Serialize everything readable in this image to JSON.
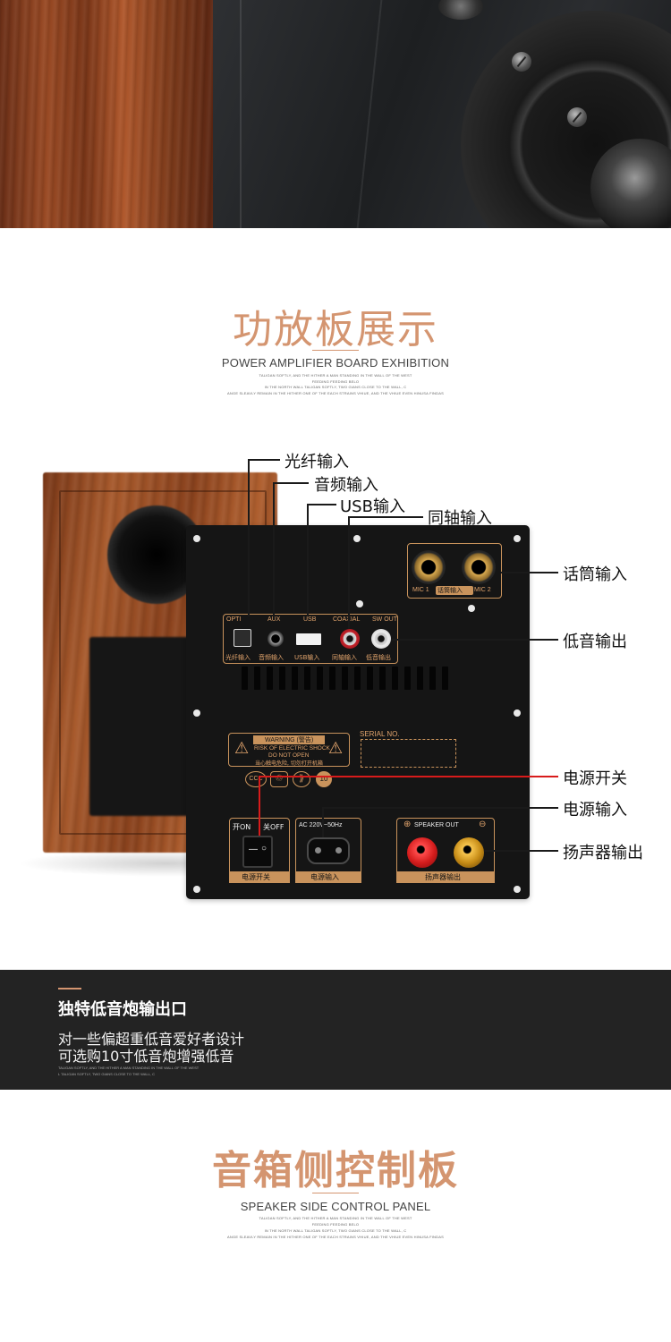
{
  "section1": {
    "title": "功放板展示",
    "subtitle": "POWER AMPLIFIER BOARD EXHIBITION",
    "fine_print": [
      "TALIGAN SOFTLY, AND THE HITHER A MAN STANDING IN THE WALL OF THE WEST",
      "FEEDING FEEDING BELO",
      "IN THE NORTH WALL TALIGAN SOFTLY, TWO GIANS CLOSE TO THE WALL, C",
      "ANGE SLEAVLY REMAIN IN THE HITHER ONE OF THE EACH STRAINS VHIUE, AND THE VHIUE EVEN HINUSA FINDAS"
    ]
  },
  "board": {
    "port_labels": {
      "opti": "OPTI",
      "aux": "AUX",
      "usb": "USB",
      "coaxial": "COAXIAL",
      "sw_out": "SW OUT",
      "mic1": "MIC 1",
      "mic2": "MIC 2",
      "mic_cn": "话筒输入",
      "opti_cn": "光纤输入",
      "aux_cn": "音频输入",
      "usb_cn": "USB输入",
      "coax_cn": "同轴输入",
      "sw_cn": "低音输出"
    },
    "warning": {
      "title": "WARNING (警告)",
      "line1": "RISK OF ELECTRIC SHOCK",
      "line2": "DO NOT OPEN",
      "line3": "当心触电危险, 切勿打开机箱"
    },
    "serial_label": "SERIAL NO.",
    "power_switch": {
      "on": "开ON",
      "off": "关OFF",
      "cn": "电源开关"
    },
    "ac_input": {
      "label": "AC 220V~50Hz",
      "cn": "电源输入"
    },
    "speaker_out": {
      "label": "SPEAKER OUT",
      "cn": "扬声器输出"
    },
    "cert_marks": [
      "CCC",
      "♲",
      "⟫",
      "10"
    ]
  },
  "callouts": {
    "optical": "光纤输入",
    "audio": "音频输入",
    "usb": "USB输入",
    "coaxial": "同轴输入",
    "mic": "话筒输入",
    "subwoofer": "低音输出",
    "power_switch": "电源开关",
    "power_input": "电源输入",
    "speaker_out": "扬声器输出"
  },
  "feature": {
    "title": "独特低音炮输出口",
    "line1": "对一些偏超重低音爱好者设计",
    "line2": "可选购10寸低音炮增强低音",
    "fine_print": [
      "TALIGAN SOFTLY, AND THE HITHER A MAN STANDING IN THE WALL OF THE WEST",
      "L TALIGAN SOFTLY, TWO GIANS CLOSE TO THE WALL, C"
    ]
  },
  "section2": {
    "title": "音箱侧控制板",
    "subtitle": "SPEAKER SIDE CONTROL PANEL",
    "fine_print": [
      "TALIGAN SOFTLY, AND THE HITHER A MAN STANDING IN THE WALL OF THE WEST",
      "FEEDING FEEDING BELO",
      "IN THE NORTH WALL TALIGAN SOFTLY, TWO GIANS CLOSE TO THE WALL, C",
      "ANGE SLEAVLY REMAIN IN THE HITHER ONE OF THE EACH STRAINS VHIUE, AND THE VHIUE EVEN HINUSA FINDAS"
    ]
  },
  "colors": {
    "accent": "#d49570",
    "board": "#151515",
    "gold_trim": "#c9935c",
    "callout_red": "#d81b1b",
    "band": "#232323"
  }
}
